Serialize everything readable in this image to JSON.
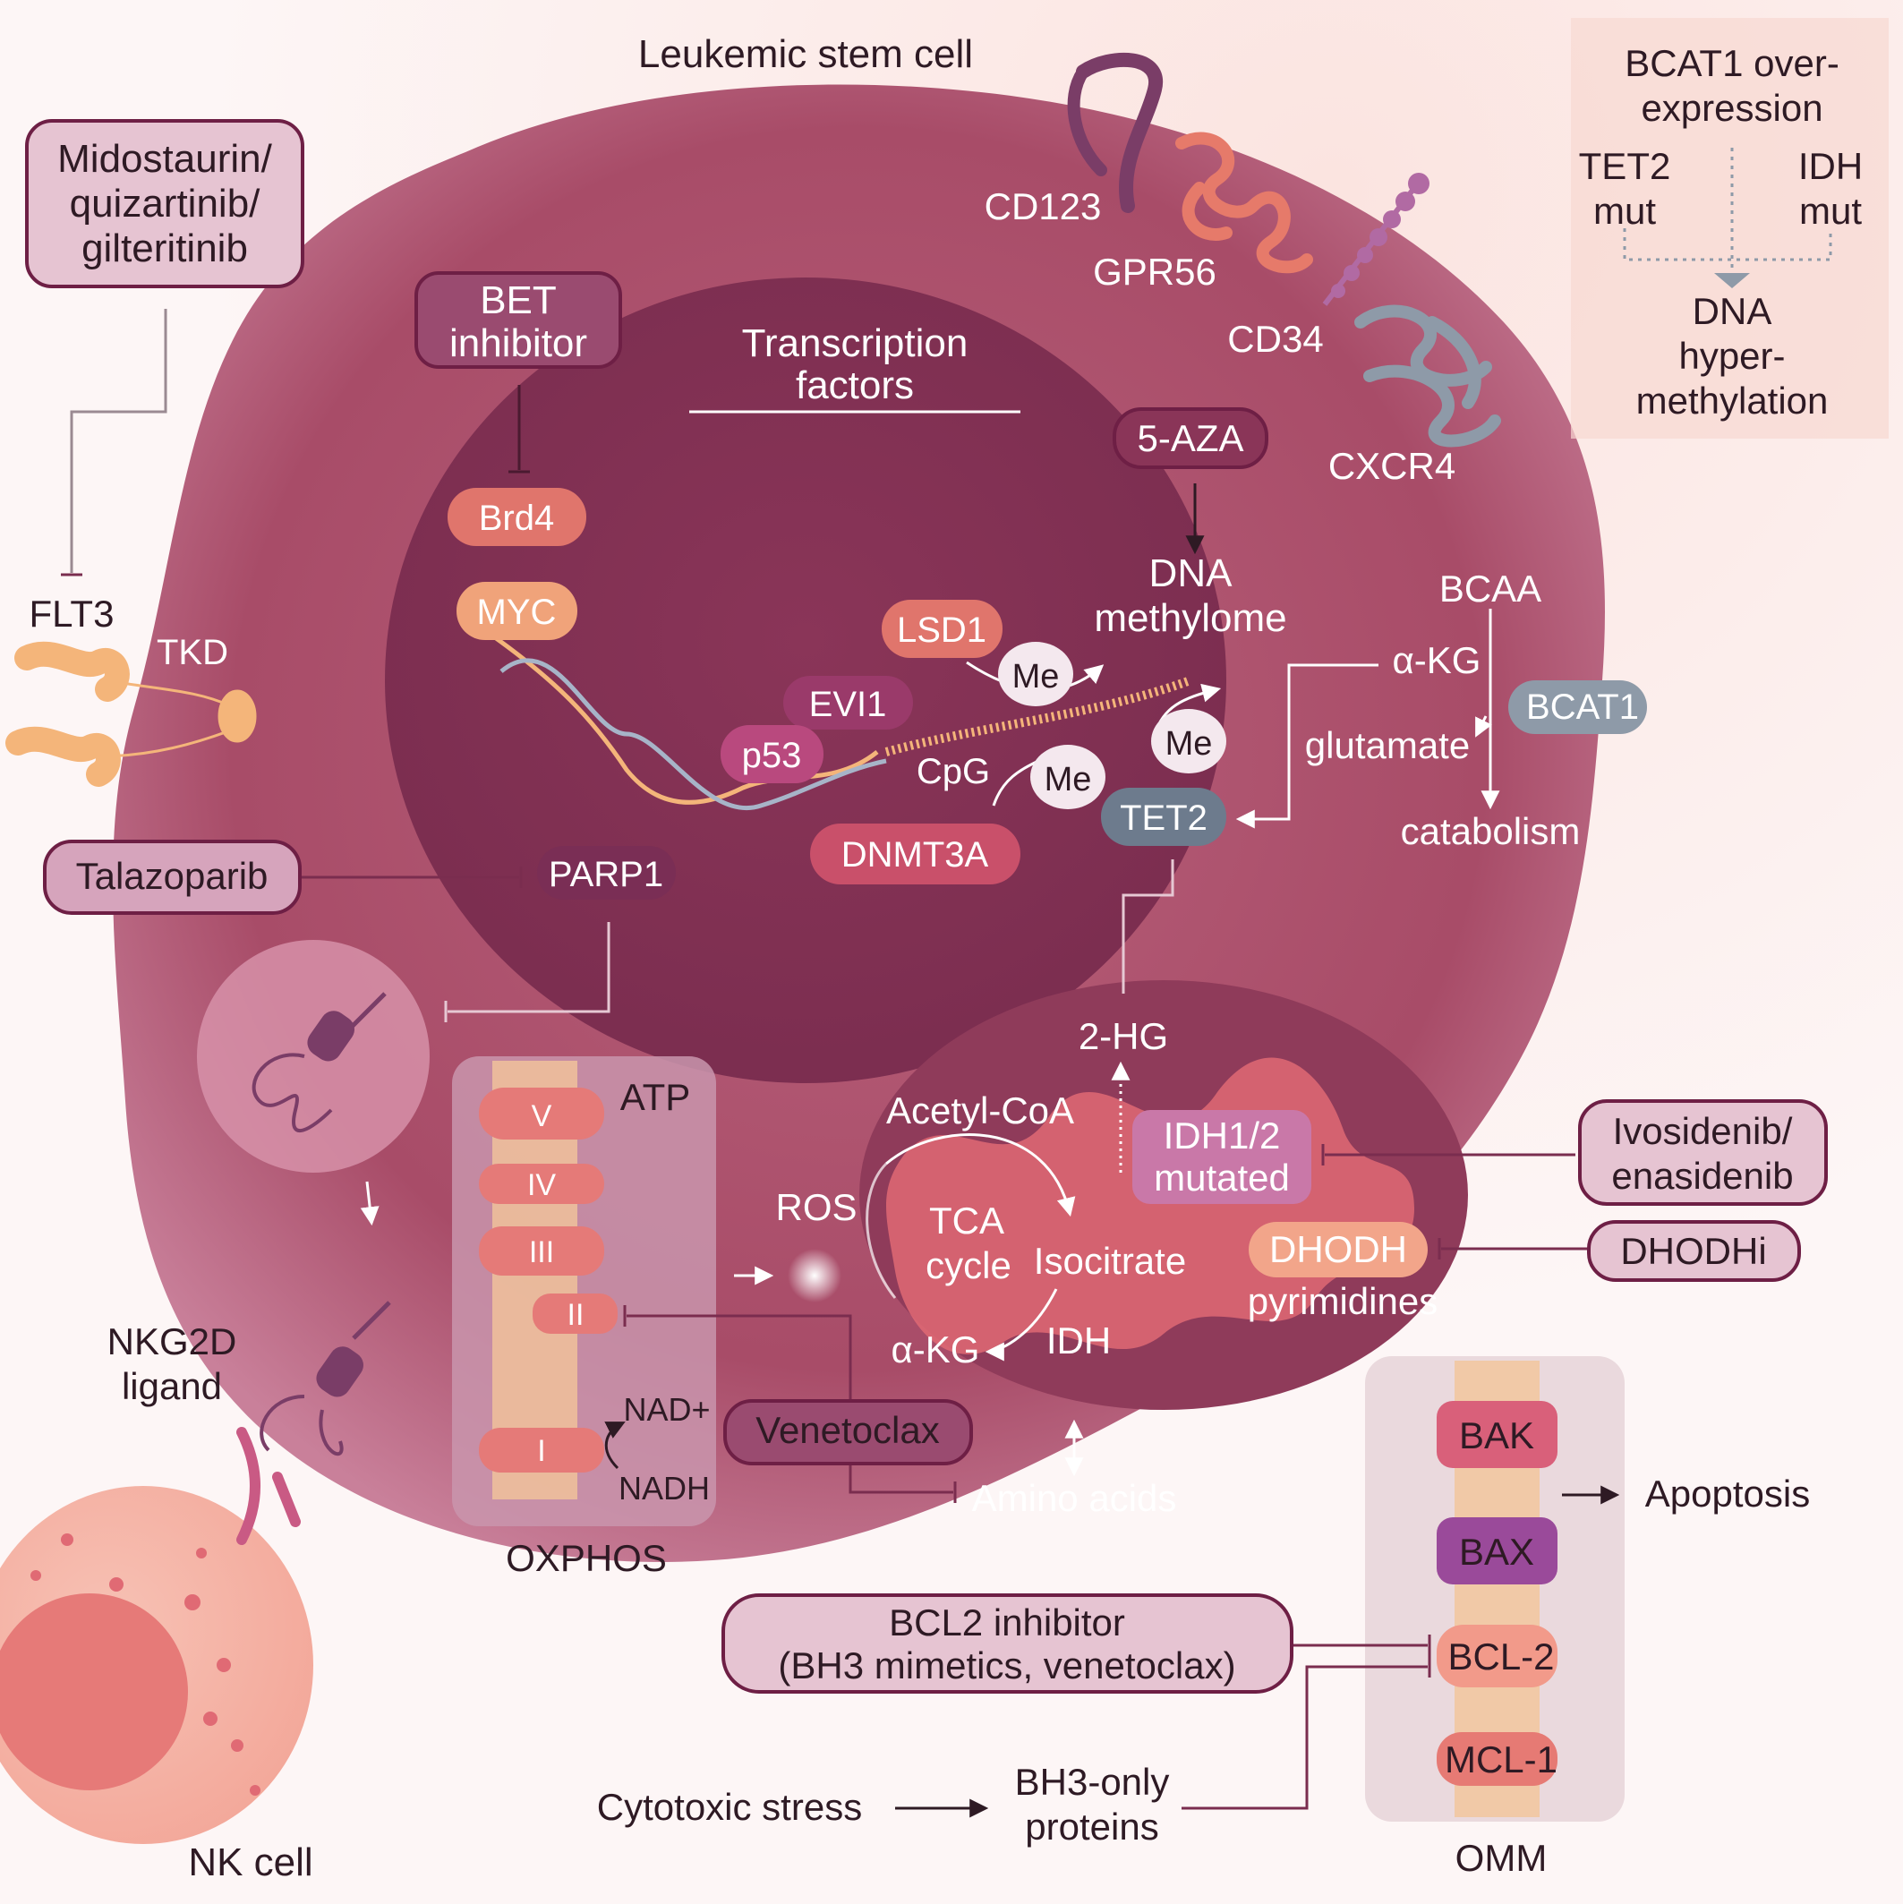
{
  "cell_title": "Leukemic stem cell",
  "nk_cell": "NK cell",
  "drugs": {
    "flt3_inhibitors": [
      "Midostaurin/",
      "quizartinib/",
      "gilteritinib"
    ],
    "bet_inhibitor": [
      "BET",
      "inhibitor"
    ],
    "aza": "5-AZA",
    "talazoparib": "Talazoparib",
    "venetoclax": "Venetoclax",
    "idh_inhibitors": [
      "Ivosidenib/",
      "enasidenib"
    ],
    "dhodhi": "DHODHi",
    "bcl2_inhibitor": [
      "BCL2 inhibitor",
      "(BH3 mimetics, venetoclax)"
    ]
  },
  "surface": {
    "cd123": "CD123",
    "gpr56": "GPR56",
    "cd34": "CD34",
    "cxcr4": "CXCR4",
    "flt3": "FLT3",
    "tkd": "TKD",
    "nkg2d": [
      "NKG2D",
      "ligand"
    ]
  },
  "nucleus": {
    "tf_title": [
      "Transcription",
      "factors"
    ],
    "brd4": "Brd4",
    "myc": "MYC",
    "lsd1": "LSD1",
    "evi1": "EVI1",
    "p53": "p53",
    "cpg": "CpG",
    "dnmt3a": "DNMT3A",
    "tet2": "TET2",
    "parp1": "PARP1",
    "me": "Me",
    "dna_methylome": [
      "DNA",
      "methylome"
    ]
  },
  "bcat": {
    "bcaa": "BCAA",
    "akg": "α-KG",
    "bcat1": "BCAT1",
    "glutamate": "glutamate",
    "catabolism": "catabolism"
  },
  "inset": {
    "title": [
      "BCAT1 over-",
      "expression"
    ],
    "tet2": [
      "TET2",
      "mut"
    ],
    "idh": [
      "IDH",
      "mut"
    ],
    "result": [
      "DNA",
      "hyper-",
      "methylation"
    ]
  },
  "oxphos": {
    "label": "OXPHOS",
    "atp": "ATP",
    "complexes": [
      "V",
      "IV",
      "III",
      "II",
      "I"
    ],
    "nad_plus": "NAD+",
    "nadh": "NADH",
    "ros": "ROS"
  },
  "mito": {
    "two_hg": "2-HG",
    "acetyl_coa": "Acetyl-CoA",
    "idh_mutated": [
      "IDH1/2",
      "mutated"
    ],
    "tca": [
      "TCA",
      "cycle"
    ],
    "isocitrate": "Isocitrate",
    "akg": "α-KG",
    "idh": "IDH",
    "dhodh": "DHODH",
    "pyrimidines": "pyrimidines",
    "amino_acids": "Amino acids"
  },
  "apoptosis": {
    "bak": "BAK",
    "bax": "BAX",
    "bcl2": "BCL-2",
    "mcl1": "MCL-1",
    "omm": "OMM",
    "apoptosis": "Apoptosis",
    "cytotoxic": "Cytotoxic stress",
    "bh3_only": [
      "BH3-only",
      "proteins"
    ]
  },
  "colors": {
    "cell": "#b0556f",
    "nucleus": "#8c3a59",
    "pill_dark": "#7a2e55",
    "pill_salmon": "#e0756c",
    "pill_orange": "#f0a37a",
    "pill_grey": "#8e9aa8",
    "drug_box": "#c48aa1"
  }
}
